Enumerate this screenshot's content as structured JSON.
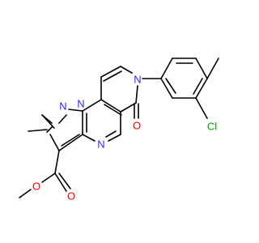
{
  "molecule": {
    "atoms": {
      "cl": {
        "text": "Cl",
        "color": "#00a000"
      },
      "n_ring": {
        "text": "N",
        "color": "#2a2aff"
      },
      "n_pyrazole": {
        "text": "N",
        "color": "#2a2aff"
      },
      "n_bridge": {
        "text": "N",
        "color": "#2a2aff"
      },
      "n_pyrimidine": {
        "text": "N",
        "color": "#2a2aff"
      },
      "o_ketone": {
        "text": "O",
        "color": "#ff0000"
      },
      "o_carbonyl": {
        "text": "O",
        "color": "#ff0000"
      },
      "o_ester": {
        "text": "O",
        "color": "#ff0000"
      }
    },
    "bond_color": "#000000"
  }
}
